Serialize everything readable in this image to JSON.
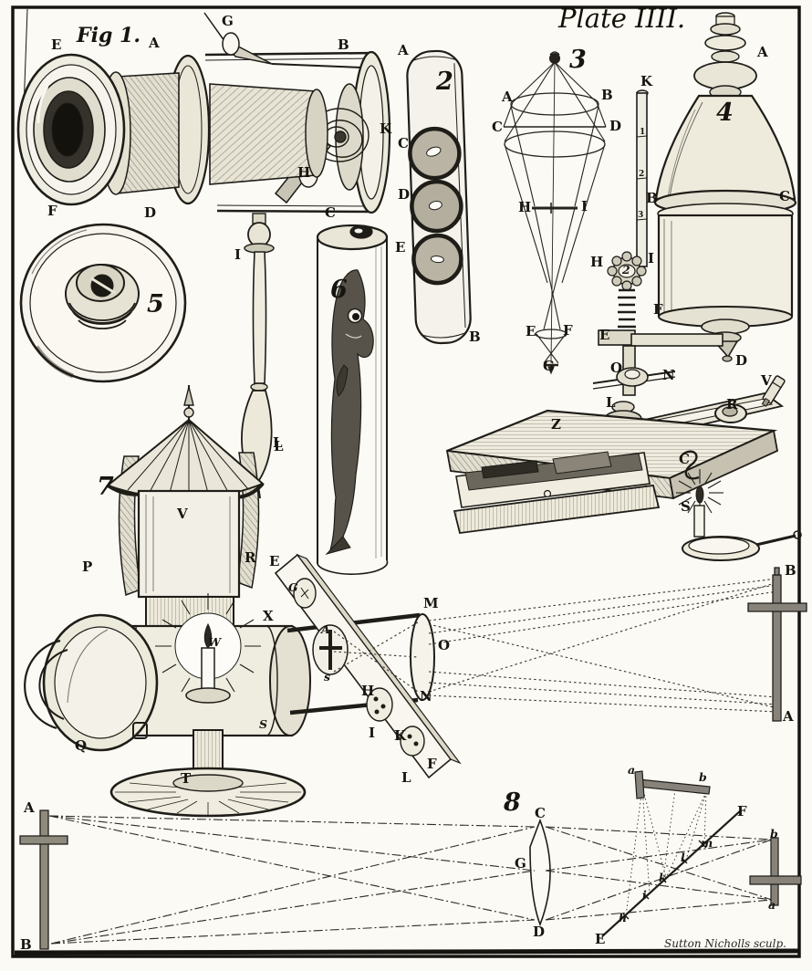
{
  "plate": {
    "title": "Plate IIII."
  },
  "signature": "Sutton Nicholls sculp.",
  "fig1": {
    "caption": "Fig 1.",
    "E": "E",
    "A": "A",
    "G": "G",
    "B": "B",
    "K": "K",
    "F": "F",
    "D": "D",
    "C": "C",
    "H": "H",
    "I": "I",
    "L": "L"
  },
  "fig2": {
    "num": "2",
    "A": "A",
    "B": "B",
    "C": "C",
    "D": "D",
    "E": "E"
  },
  "fig3": {
    "num": "3",
    "A": "A",
    "B": "B",
    "C": "C",
    "D": "D",
    "H": "H",
    "I": "I",
    "E": "E",
    "F": "F",
    "G": "G"
  },
  "fig4": {
    "num": "4",
    "A": "A",
    "B": "B",
    "C": "C",
    "D": "D"
  },
  "stand": {
    "K": "K",
    "tick1": "1",
    "tick2": "2",
    "tick3": "3",
    "H": "H",
    "knob": "2",
    "I": "I",
    "F": "F",
    "E": "E",
    "O": "O",
    "N": "N",
    "L": "L",
    "R": "R",
    "V": "V",
    "C": "C",
    "S": "S",
    "Z": "Z"
  },
  "fig5": {
    "num": "5"
  },
  "fig6": {
    "num": "6"
  },
  "fig7": {
    "num": "7",
    "V": "V",
    "P": "P",
    "R": "R",
    "X": "X",
    "W": "W",
    "Q": "Q",
    "T": "T",
    "S": "S",
    "L": "L"
  },
  "projection": {
    "E": "E",
    "G": "G",
    "A": "A",
    "s": "s",
    "H": "H",
    "I": "I",
    "K": "K",
    "L": "L",
    "F": "F",
    "M": "M",
    "O": "O",
    "N": "N",
    "screen_B": "B",
    "screen_A": "A"
  },
  "fig8": {
    "num": "8",
    "A": "A",
    "B": "B",
    "C": "C",
    "D": "D",
    "G": "G",
    "E": "E",
    "F": "F",
    "a_top": "a",
    "b_top": "b",
    "m": "m",
    "l": "l",
    "k": "k",
    "i": "i",
    "h": "h",
    "b_right": "b",
    "a_right": "a"
  }
}
